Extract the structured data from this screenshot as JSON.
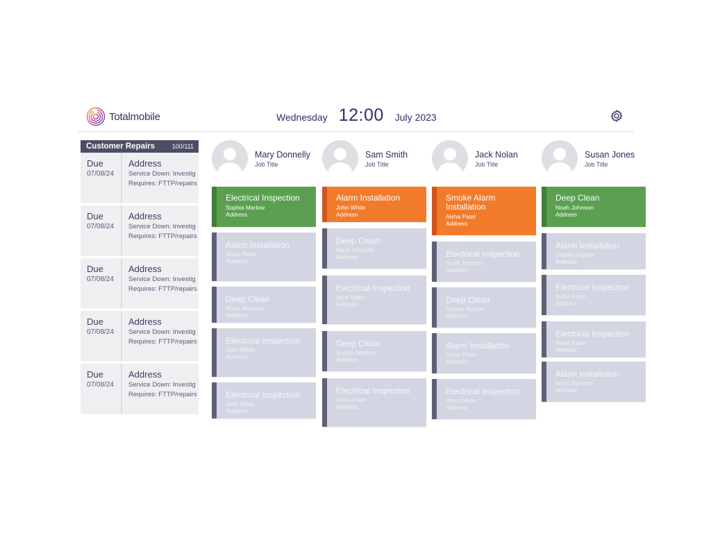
{
  "brand": {
    "name": "Totalmobile"
  },
  "clock": {
    "day": "Wednesday",
    "time": "12:00",
    "month": "July 2023"
  },
  "icons": {
    "settings": "gear-icon",
    "logo": "fingerprint-icon"
  },
  "colors": {
    "green": "#5aa050",
    "orange": "#f27b2b",
    "pending": "#d4d5e2",
    "dark": "#4c4e66"
  },
  "queue": {
    "title": "Customer Repairs",
    "count": "100/111",
    "items": [
      {
        "due": "Due",
        "date": "07/08/24",
        "address": "Address",
        "line1": "Service Down: Investig",
        "line2": "Requires: FTTP/repairs"
      },
      {
        "due": "Due",
        "date": "07/08/24",
        "address": "Address",
        "line1": "Service Down: Investig",
        "line2": "Requires: FTTP/repairs"
      },
      {
        "due": "Due",
        "date": "07/08/24",
        "address": "Address",
        "line1": "Service Down: Investig",
        "line2": "Requires: FTTP/repairs"
      },
      {
        "due": "Due",
        "date": "07/08/24",
        "address": "Address",
        "line1": "Service Down: Investig",
        "line2": "Requires: FTTP/repairs"
      },
      {
        "due": "Due",
        "date": "07/08/24",
        "address": "Address",
        "line1": "Service Down: Investig",
        "line2": "Requires: FTTP/repairs"
      }
    ]
  },
  "columns": [
    {
      "name": "Mary Donnelly",
      "job_title": "Job Title",
      "jobs": [
        {
          "title": "Electrical Inspection",
          "person": "Sophia Marlow",
          "address": "Address",
          "status": "green"
        },
        {
          "title": "Alarm Installation",
          "person": "Aisha Patel",
          "address": "Address",
          "status": "pending"
        },
        {
          "title": "Deep Clean",
          "person": "Noah Johnson",
          "address": "Address",
          "status": "pending"
        },
        {
          "title": "Electrical Inspection",
          "person": "John White",
          "address": "Address",
          "status": "pending"
        },
        {
          "title": "Electrical Inspection",
          "person": "Jack Nolan",
          "address": "Address",
          "status": "pending"
        }
      ]
    },
    {
      "name": "Sam Smith",
      "job_title": "Job Title",
      "jobs": [
        {
          "title": "Alarm Installation",
          "person": "John White",
          "address": "Address",
          "status": "orange"
        },
        {
          "title": "Deep Clean",
          "person": "Noah Johnson",
          "address": "Address",
          "status": "pending"
        },
        {
          "title": "Electrical Inspection",
          "person": "Jack Nolan",
          "address": "Address",
          "status": "pending"
        },
        {
          "title": "Deep Clean",
          "person": "Sophia Marlow",
          "address": "Address",
          "status": "pending"
        },
        {
          "title": "Electrical Inspection",
          "person": "Aisha Patel",
          "address": "Address",
          "status": "pending"
        }
      ]
    },
    {
      "name": "Jack Nolan",
      "job_title": "Job Title",
      "jobs": [
        {
          "title": "Smoke Alarm\nInstallation",
          "person": "Aisha Patel",
          "address": "Address",
          "status": "orange"
        },
        {
          "title": "Electrical Inspection",
          "person": "Noah Johnson",
          "address": "Address",
          "status": "pending"
        },
        {
          "title": "Deep Clean",
          "person": "Sophia Marlow",
          "address": "Address",
          "status": "pending"
        },
        {
          "title": "Alarm Installation",
          "person": "Aisha Patel",
          "address": "Address",
          "status": "pending"
        },
        {
          "title": "Electrical Inspection",
          "person": "John White",
          "address": "Address",
          "status": "pending"
        }
      ]
    },
    {
      "name": "Susan Jones",
      "job_title": "Job Title",
      "jobs": [
        {
          "title": "Deep Clean",
          "person": "Noah Johnson",
          "address": "Address",
          "status": "green"
        },
        {
          "title": "Alarm Installation",
          "person": "Sophia Marlow",
          "address": "Address",
          "status": "pending"
        },
        {
          "title": "Electrical Inspection",
          "person": "Aisha Patel",
          "address": "Address",
          "status": "pending"
        },
        {
          "title": "Electrical Inspection",
          "person": "Aisha Patel",
          "address": "Address",
          "status": "pending"
        },
        {
          "title": "Alarm Installation",
          "person": "Noah Johnson",
          "address": "Address",
          "status": "pending"
        }
      ]
    }
  ]
}
